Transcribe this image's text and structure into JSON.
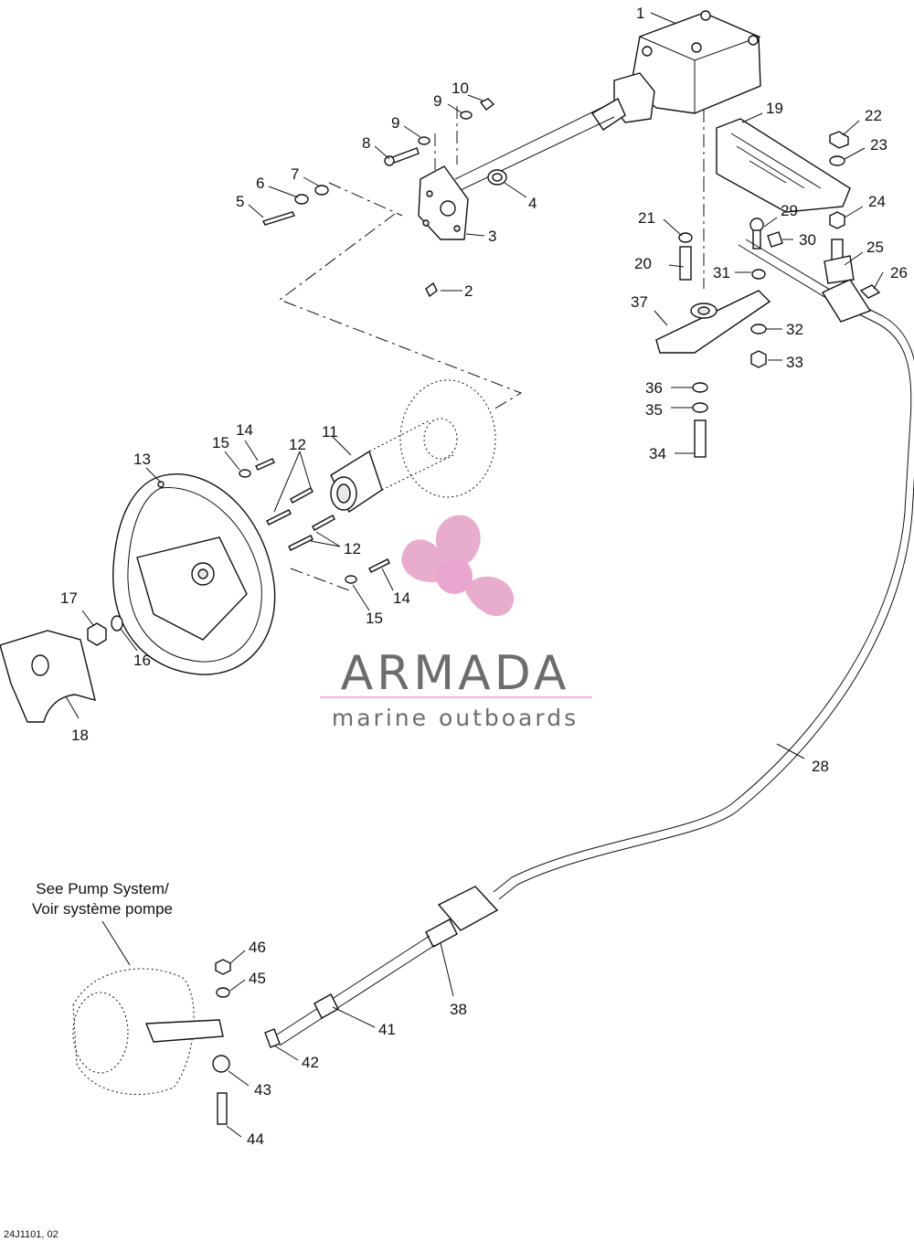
{
  "diagram": {
    "callouts": [
      "1",
      "2",
      "3",
      "4",
      "5",
      "6",
      "7",
      "8",
      "9",
      "9",
      "10",
      "11",
      "12",
      "12",
      "13",
      "14",
      "14",
      "15",
      "15",
      "16",
      "17",
      "18",
      "19",
      "20",
      "21",
      "22",
      "23",
      "24",
      "25",
      "26",
      "28",
      "29",
      "30",
      "31",
      "32",
      "33",
      "34",
      "35",
      "36",
      "37",
      "38",
      "41",
      "42",
      "43",
      "44",
      "45",
      "46"
    ],
    "reference_note_line1": "See Pump System/",
    "reference_note_line2": "Voir système pompe",
    "drawing_code": "24J1101, 02"
  },
  "watermark": {
    "brand": "ARMADA",
    "tagline": "marine outboards",
    "brand_color": "#6d6d6d",
    "logo_color": "#e5a3c8",
    "logo_center_color": "#e9a6cf"
  }
}
